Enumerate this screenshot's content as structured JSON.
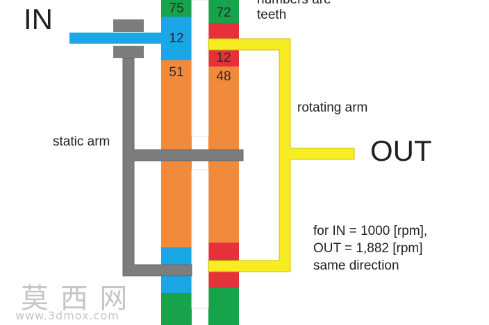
{
  "labels": {
    "in": "IN",
    "out": "OUT",
    "note_top_line1": "numbers are",
    "note_top_line2": "teeth",
    "rotating_arm": "rotating arm",
    "static_arm": "static arm",
    "result_line1": "for IN = 1000 [rpm],",
    "result_line2": "OUT = 1,882 [rpm]",
    "result_line3": "same direction"
  },
  "teeth": {
    "left_ring": "75",
    "left_input_gear": "12",
    "left_planet": "51",
    "right_ring": "72",
    "right_small": "12",
    "right_planet": "48"
  },
  "watermark": {
    "brand": "莫 西 网",
    "url": "www.3dmox.com"
  },
  "colors": {
    "green": "#16a34a",
    "blue": "#1aa7e6",
    "orange": "#f28a3c",
    "red": "#e5323a",
    "yellow": "#f8ec23",
    "grey": "#7d7d7d",
    "dark_grey": "#5f5f5f"
  }
}
